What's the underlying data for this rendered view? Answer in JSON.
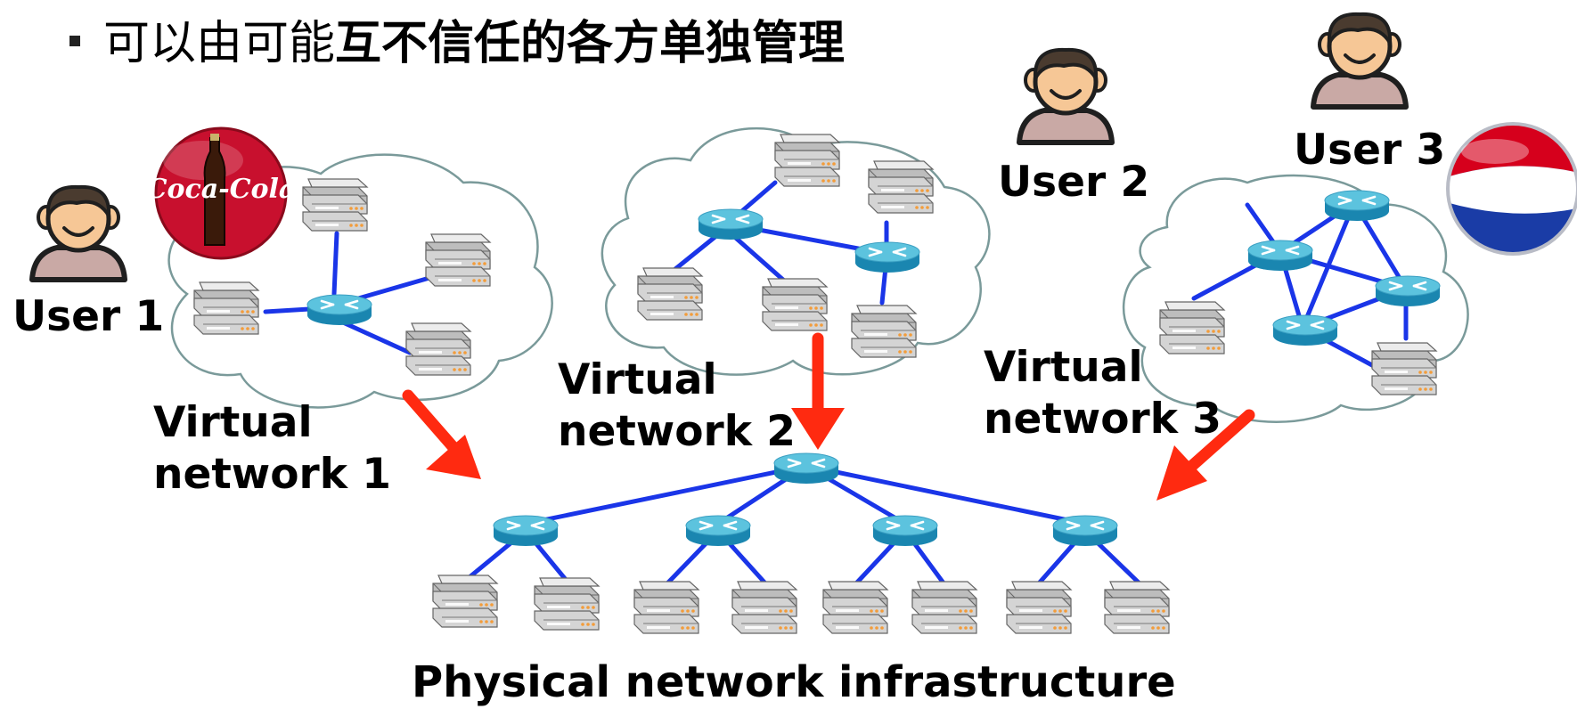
{
  "title": {
    "prefix": "可以由可能",
    "emphasis": "互不信任的各方单独管理"
  },
  "users": [
    {
      "label": "User 1"
    },
    {
      "label": "User 2"
    },
    {
      "label": "User 3"
    }
  ],
  "virtual_networks": [
    {
      "line1": "Virtual",
      "line2": "network 1"
    },
    {
      "line1": "Virtual",
      "line2": "network 2"
    },
    {
      "line1": "Virtual",
      "line2": "network 3"
    }
  ],
  "physical_label": "Physical network infrastructure",
  "logos": [
    {
      "name": "coca-cola-logo",
      "text": "Coca-Cola"
    },
    {
      "name": "pepsi-logo",
      "text": ""
    }
  ],
  "colors": {
    "link": "#1a35e8",
    "arrow": "#ff2a10",
    "router_top": "#5cc3de",
    "router_side": "#1a86b0",
    "cloud_stroke": "#7a9a9a",
    "server_body": "#d8d8d8",
    "server_led": "#f39c3a",
    "coke_red": "#c8102e",
    "pepsi_red": "#d6001c",
    "pepsi_blue": "#1a3ca6"
  }
}
